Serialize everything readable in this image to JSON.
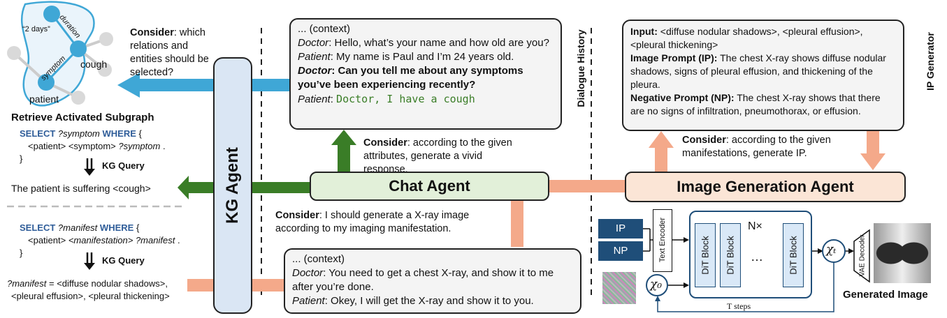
{
  "graph": {
    "nodes": [
      "“2 days”",
      "cough",
      "patient"
    ],
    "edges": [
      "duration",
      "symptom"
    ]
  },
  "left": {
    "consider1": {
      "bold": "Consider",
      "text": ": which relations and entities should be selected?"
    },
    "retrieve_title": "Retrieve Activated Subgraph",
    "query1": {
      "select": "SELECT",
      "var": "?symptom",
      "where": "WHERE",
      "brace_open": "{",
      "triple_a": "<patient> <symptom> ",
      "triple_var": "?symptom",
      "triple_end": " .",
      "brace_close": "}"
    },
    "kg_query_label": "KG Query",
    "result1": "The patient is suffering <cough>",
    "query2": {
      "select": "SELECT",
      "var": "?manifest",
      "where": "WHERE",
      "brace_open": "{",
      "triple_a": "<patient> ",
      "triple_b": "<manifestation>",
      "triple_var": " ?manifest",
      "triple_end": " .",
      "brace_close": "}"
    },
    "result2_var": "?manifest",
    "result2_a": " = <diffuse nodular shadows>,",
    "result2_b": "<pleural effusion>, <pleural thickening>"
  },
  "kg_agent": "KG Agent",
  "dialogue_top": {
    "context": "... (context)",
    "doctor": "Doctor",
    "d1": ": Hello, what’s your name and how old are you?",
    "patient": "Patient",
    "p1": ": My name is Paul and I’m 24 years old.",
    "d2": ": Can you tell me about any symptoms you’ve been experiencing recently?",
    "p2": "Doctor, I have a cough"
  },
  "dialogue_history": "Dialogue History",
  "consider_chat": {
    "bold": "Consider",
    "text": ": according to the given attributes, generate a vivid response."
  },
  "chat_agent": "Chat Agent",
  "consider_xray": {
    "bold": "Consider",
    "text": ": I should generate a X-ray image according to my imaging manifestation."
  },
  "dialogue_bottom": {
    "context": "... (context)",
    "doctor": "Doctor",
    "d1": ": You need to get a chest X-ray, and show it to me after you’re done.",
    "patient": "Patient",
    "p1": ": Okey, I will get the X-ray and show it to you."
  },
  "ip_box": {
    "input_label": "Input:",
    "input_text": " <diffuse nodular shadows>, <pleural effusion>, <pleural thickening>",
    "ip_label": "Image Prompt (IP):",
    "ip_text": " The chest X-ray shows diffuse nodular shadows, signs of pleural effusion, and thickening of the pleura.",
    "np_label": "Negative Prompt (NP):",
    "np_text": " The chest X-ray shows that there are no signs of infiltration, pneumothorax, or effusion."
  },
  "ip_generator": "IP Generator",
  "consider_ip": {
    "bold": "Consider",
    "text": ": according to the given manifestations, generate IP."
  },
  "image_agent": "Image Generation Agent",
  "pipeline": {
    "ip": "IP",
    "np": "NP",
    "text_encoder": "Text Encoder",
    "dit": "DiT Block",
    "nx": "N×",
    "dots": "…",
    "x0": "χ₀",
    "xt": "χₜ",
    "vae": "VAE Decoder",
    "t_steps": "T  steps",
    "generated": "Generated Image"
  },
  "colors": {
    "green": "#3a7d27",
    "blue": "#3fa7d6",
    "salmon": "#f4a98a",
    "chat_fill": "#e2f0d9",
    "image_fill": "#fbe5d6",
    "kg_fill": "#dae6f4",
    "navy": "#1f4e79"
  }
}
